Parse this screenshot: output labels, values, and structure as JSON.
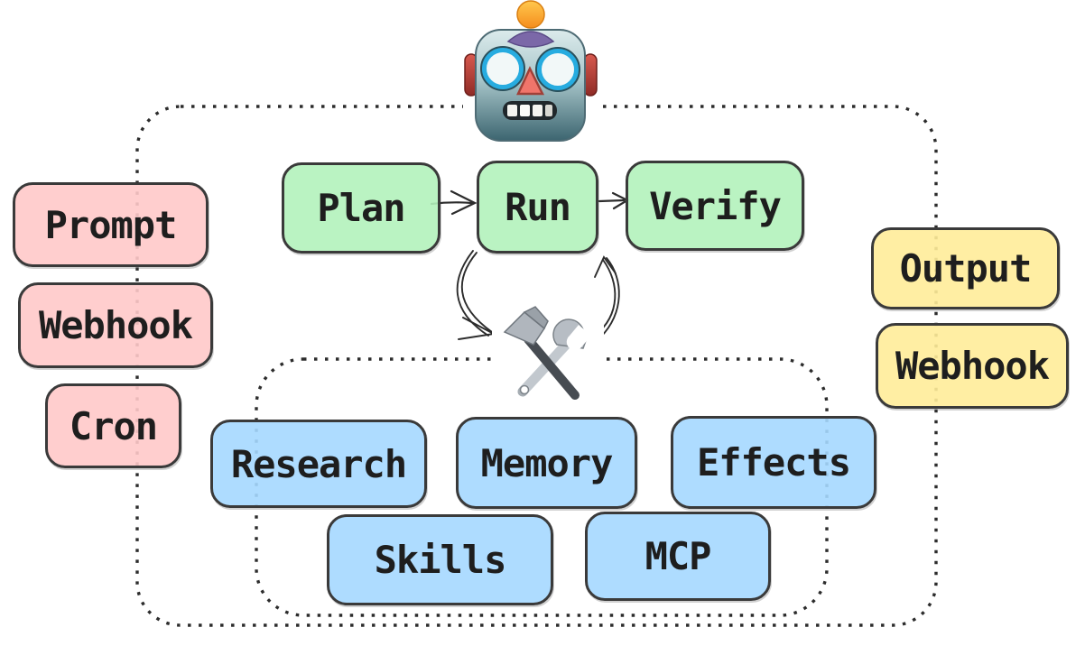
{
  "diagram": {
    "kind": "agent-architecture-sketch",
    "agent_icon": "robot-emoji",
    "tools_icon": "hammer-and-wrench-emoji",
    "nodes": {
      "loop": [
        {
          "id": "plan",
          "label": "Plan"
        },
        {
          "id": "run",
          "label": "Run"
        },
        {
          "id": "verify",
          "label": "Verify"
        }
      ],
      "triggers": [
        {
          "id": "prompt",
          "label": "Prompt"
        },
        {
          "id": "webhook-in",
          "label": "Webhook"
        },
        {
          "id": "cron",
          "label": "Cron"
        }
      ],
      "tools": [
        {
          "id": "research",
          "label": "Research"
        },
        {
          "id": "memory",
          "label": "Memory"
        },
        {
          "id": "effects",
          "label": "Effects"
        },
        {
          "id": "skills",
          "label": "Skills"
        },
        {
          "id": "mcp",
          "label": "MCP"
        }
      ],
      "outputs": [
        {
          "id": "output",
          "label": "Output"
        },
        {
          "id": "webhook-out",
          "label": "Webhook"
        }
      ]
    },
    "edges": [
      {
        "from": "plan",
        "to": "run",
        "style": "straight-arrow"
      },
      {
        "from": "run",
        "to": "verify",
        "style": "straight-arrow"
      },
      {
        "from": "run",
        "to": "tools",
        "style": "curved-arrow"
      },
      {
        "from": "tools",
        "to": "run",
        "style": "curved-arrow"
      }
    ],
    "colors": {
      "background": "#ffffff",
      "stroke": "#2c2c2c",
      "box_border": "#3a3a3a",
      "text": "#1e1e1e",
      "loop_fill": "#b2f2bb",
      "trigger_fill": "#ffc9c9",
      "tool_fill": "#a5d8ff",
      "output_fill": "#ffec99"
    }
  }
}
